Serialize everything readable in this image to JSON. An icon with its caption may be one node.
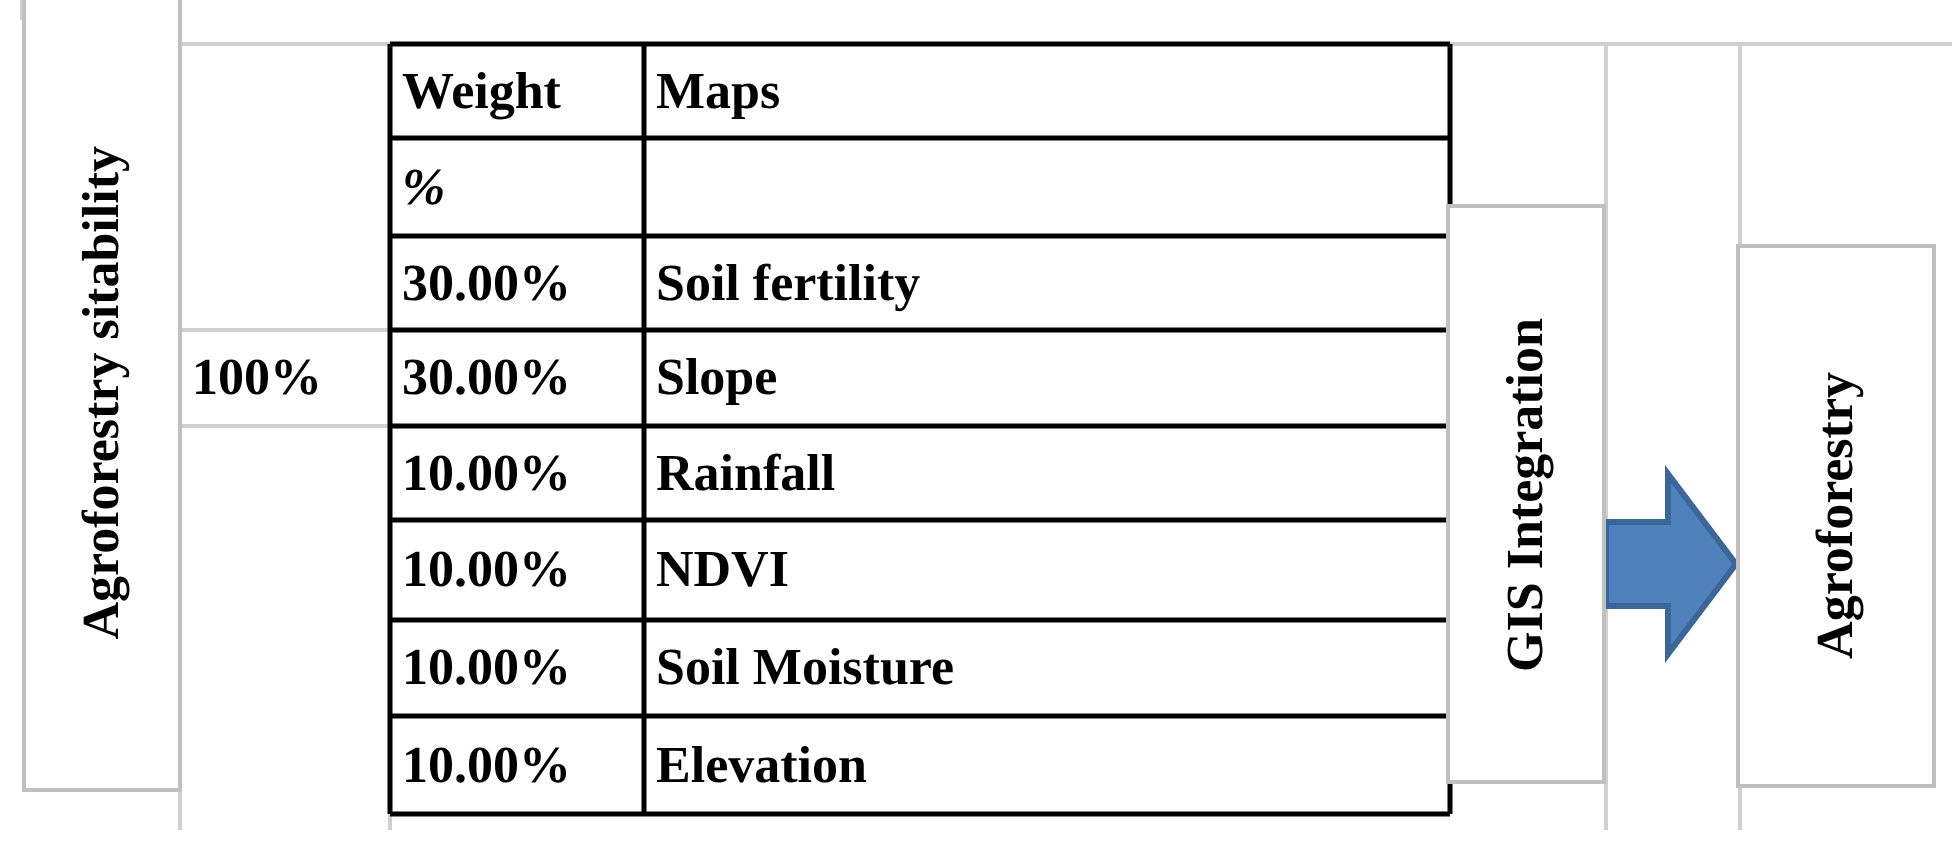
{
  "diagram": {
    "nodes": [
      {
        "text": [
          "Agroforestry sitability"
        ]
      },
      {
        "text": [
          "GIS Integration"
        ]
      },
      {
        "text": [
          "Agroforestry"
        ]
      }
    ],
    "edges": [
      {
        "from": 1,
        "to": 2,
        "arrow": "to"
      }
    ],
    "labels": [
      "Weight",
      "Maps",
      "%",
      "30.00%",
      "Soil fertility",
      "100%",
      "30.00%",
      "Slope",
      "10.00%",
      "Rainfall",
      "10.00%",
      "NDVI",
      "10.00%",
      "Soil Moisture",
      "10.00%",
      "Elevation"
    ]
  }
}
